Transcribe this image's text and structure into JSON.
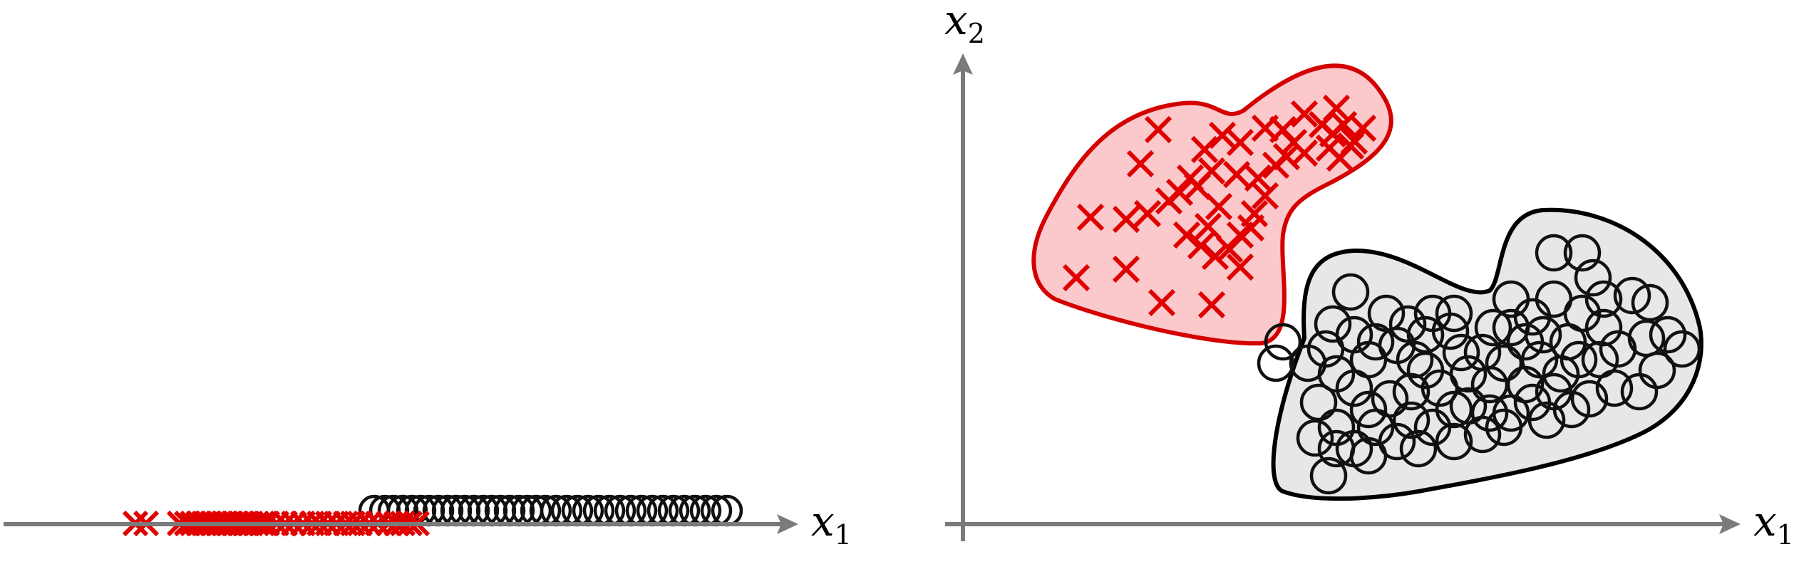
{
  "panels": {
    "left": {
      "axis_label": {
        "base": "x",
        "sub": "1"
      },
      "crosses_color": "#e00000",
      "circles_color": "#111111",
      "crosses_x": [
        190,
        205,
        252,
        262,
        270,
        278,
        286,
        292,
        300,
        308,
        315,
        322,
        330,
        338,
        345,
        352,
        360,
        368,
        375,
        388,
        400,
        412,
        425,
        438,
        448,
        460,
        472,
        485,
        495,
        505,
        518,
        530,
        545,
        556,
        565,
        575,
        585
      ],
      "circles_x": [
        525,
        540,
        552,
        565,
        578,
        590,
        602,
        615,
        628,
        640,
        652,
        665,
        678,
        690,
        702,
        715,
        728,
        740,
        752,
        765,
        780,
        795,
        810,
        825,
        840,
        855,
        870,
        885,
        900,
        915,
        930,
        945,
        960,
        975,
        990,
        1005,
        1020
      ]
    },
    "right": {
      "axis_x_label": {
        "base": "x",
        "sub": "1"
      },
      "axis_y_label": {
        "base": "x",
        "sub": "2"
      },
      "cluster_crosses_fill": "#fbc8cb",
      "cluster_crosses_stroke": "#d40000",
      "cluster_circles_fill": "#e6e8e5",
      "cluster_circles_stroke": "#000000"
    }
  }
}
